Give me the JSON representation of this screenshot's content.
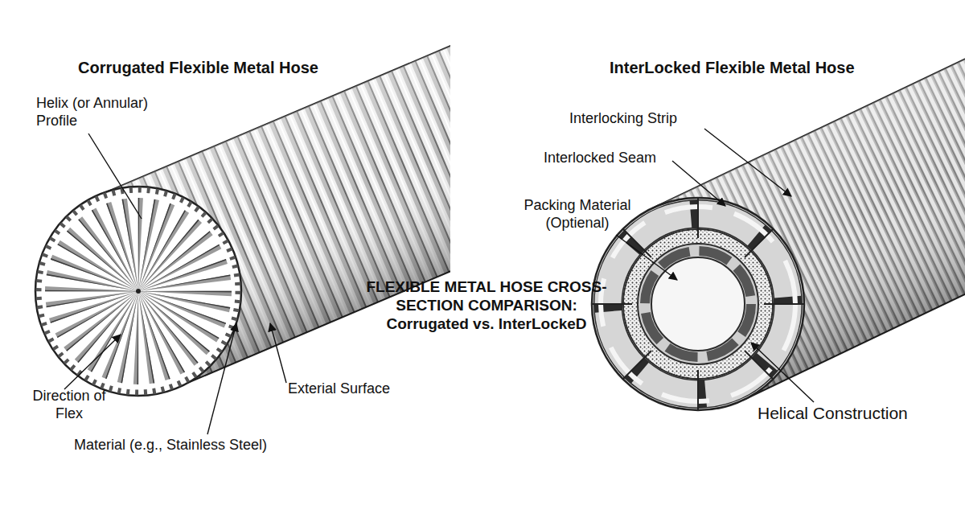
{
  "diagram": {
    "title": "FLEXIBLE METAL HOSE CROSS-SECTION COMPARISON: Corrugated vs. InterLockeD",
    "labels": [
      "Corrugated Flexible Metal Hose",
      "InterLocked Flexible Metal Hose",
      "Helix (or Annular) Profile",
      "Interlocking Strip",
      "Interlocked Seam",
      "Packing Material (Optienal)",
      "Exterial Surface",
      "Direction of Flex",
      "Material (e.g., Stainless Steel)",
      "Helical Construction"
    ]
  }
}
